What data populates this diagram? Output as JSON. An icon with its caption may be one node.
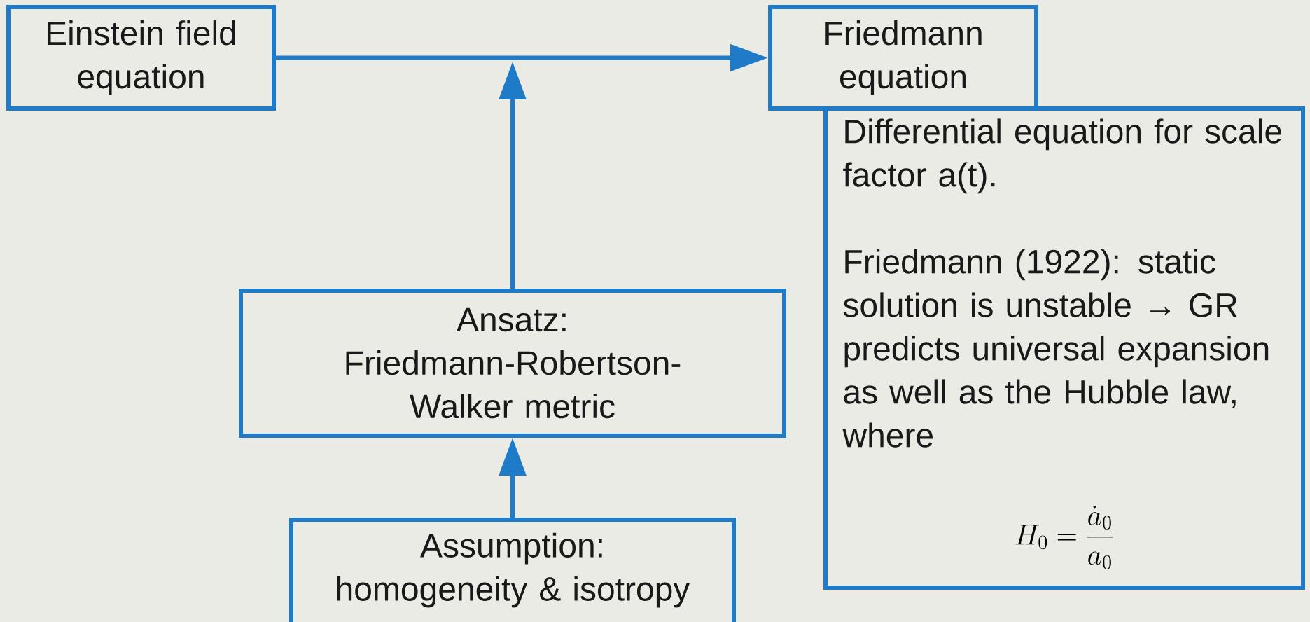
{
  "diagram": {
    "nodes": [
      {
        "text": [
          "Einstein field equation"
        ]
      },
      {
        "text": [
          "Friedmann equation"
        ]
      },
      {
        "text": [
          "Differential equation for scale factor a(t).",
          "Friedmann (1922): static solution is unstable → GR predicts universal expansion as well as the Hubble law, where",
          "H_0=\\frac{\\dot{a}_0}{a_0}"
        ]
      },
      {
        "text": [
          "Ansatz:",
          "Friedmann-Robertson-Walker metric"
        ]
      },
      {
        "text": [
          "Assumption:",
          "homogeneity & isotropy"
        ]
      }
    ],
    "edges": [
      {
        "from": 0,
        "to": 1,
        "arrow": "to"
      },
      {
        "from": 3,
        "to": null,
        "arrow": "to"
      },
      {
        "from": 4,
        "to": 3,
        "arrow": "to"
      }
    ]
  }
}
